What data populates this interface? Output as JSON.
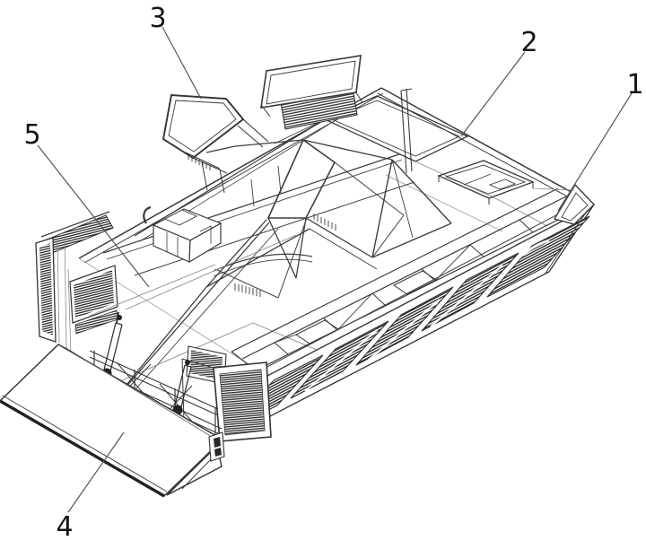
{
  "figure": {
    "background_color": "#ffffff",
    "line_color": "#3a3a3a",
    "panel_hatch_color": "#222222",
    "callouts": [
      {
        "label": "1"
      },
      {
        "label": "2"
      },
      {
        "label": "3"
      },
      {
        "label": "4"
      },
      {
        "label": "5"
      }
    ]
  }
}
